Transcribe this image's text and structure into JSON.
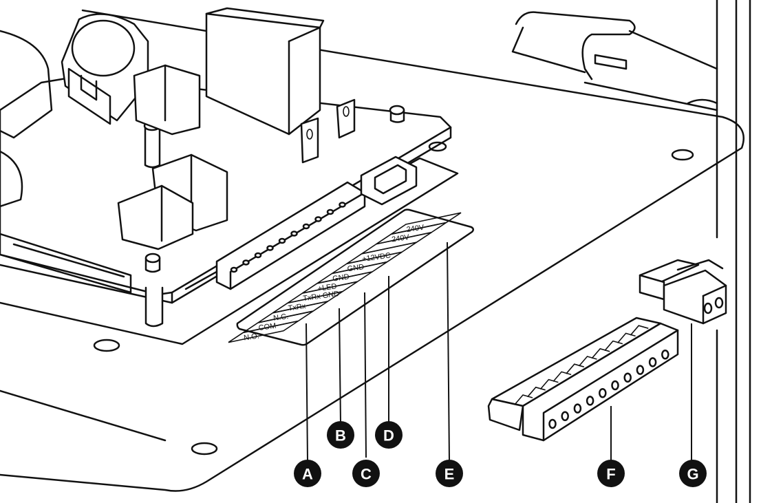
{
  "terminal_labels": [
    "240V",
    "240V",
    "",
    "+12VDC",
    "GND",
    "GND",
    "+LED",
    "TxRx GND",
    "TxRx",
    "N.C.",
    "COM",
    "N.O."
  ],
  "callouts": {
    "a": "A",
    "b": "B",
    "c": "C",
    "d": "D",
    "e": "E",
    "f": "F",
    "g": "G"
  }
}
